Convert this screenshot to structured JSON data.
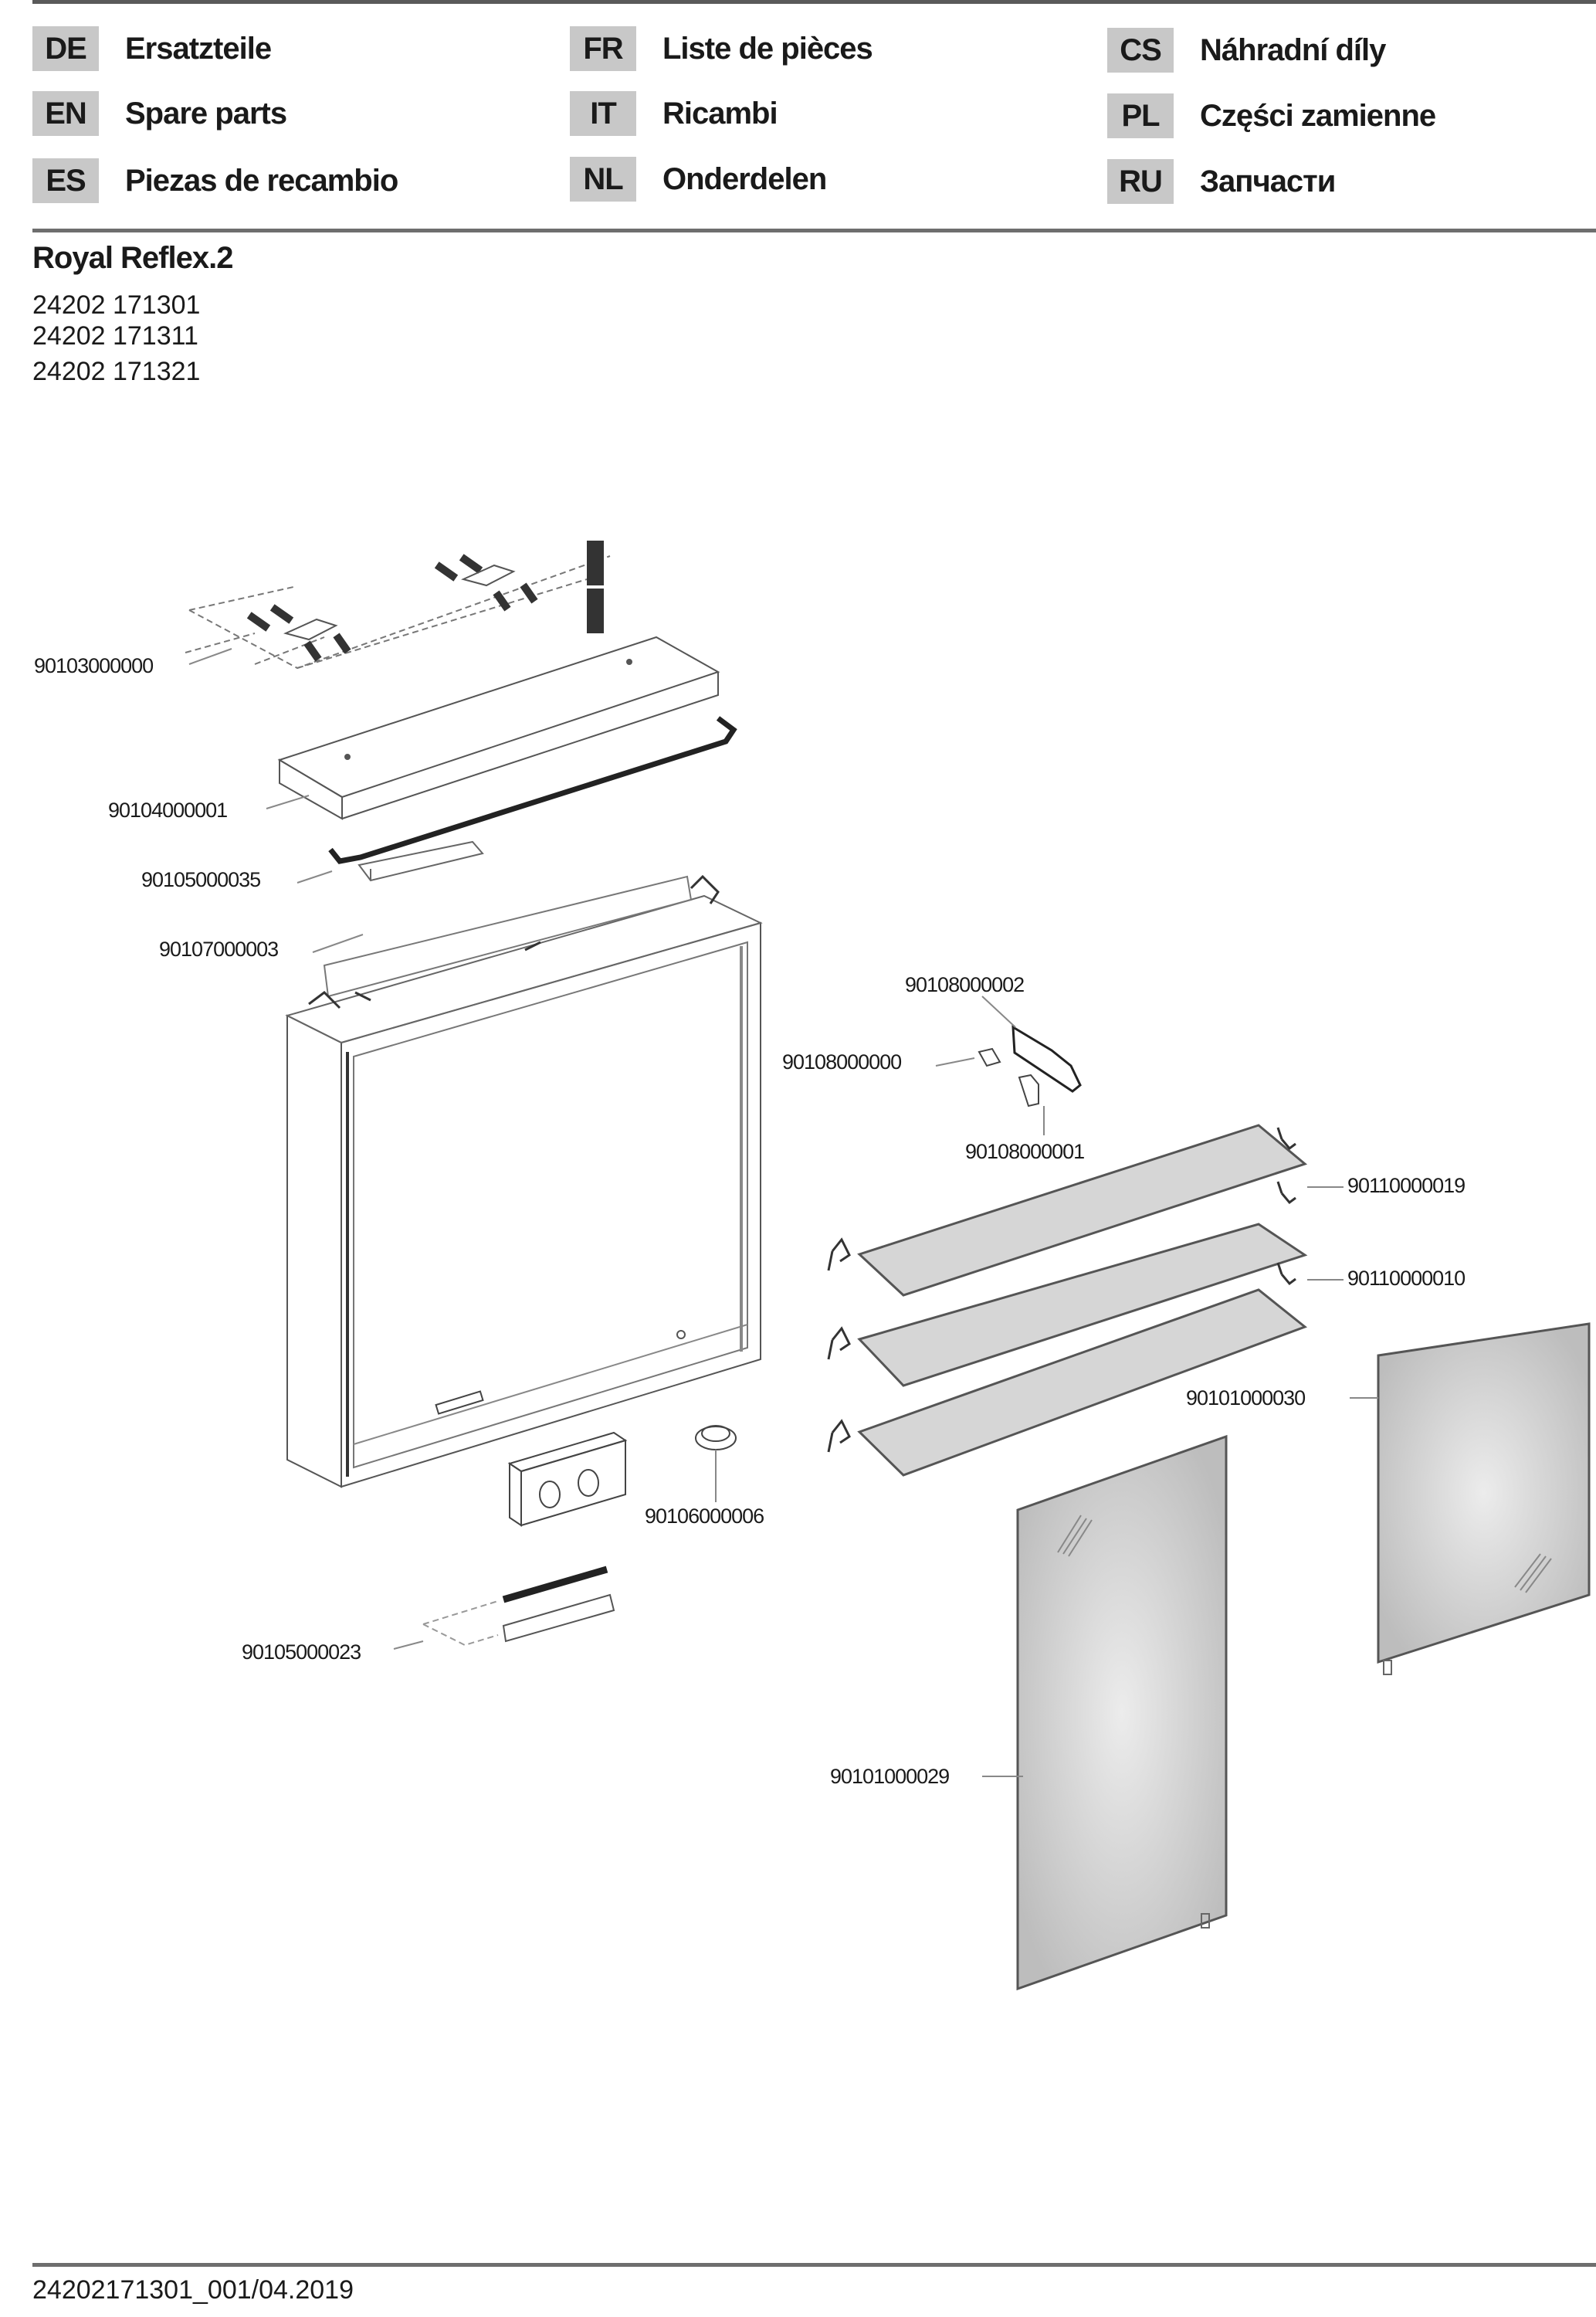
{
  "header": {
    "languages": [
      {
        "code": "DE",
        "label": "Ersatzteile"
      },
      {
        "code": "EN",
        "label": "Spare parts"
      },
      {
        "code": "ES",
        "label": "Piezas de recambio"
      },
      {
        "code": "FR",
        "label": "Liste de pièces"
      },
      {
        "code": "IT",
        "label": "Ricambi"
      },
      {
        "code": "NL",
        "label": "Onderdelen"
      },
      {
        "code": "CS",
        "label": "Náhradní díly"
      },
      {
        "code": "PL",
        "label": "Części zamienne"
      },
      {
        "code": "RU",
        "label": "Запчасти"
      }
    ]
  },
  "product": {
    "name": "Royal Reflex.2",
    "article_numbers": [
      "24202 171301",
      "24202 171311",
      "24202 171321"
    ]
  },
  "parts": {
    "mounting_kit": "90103000000",
    "top_cover": "90104000001",
    "led_strip_top": "90105000035",
    "driver": "90107000003",
    "hinge": "90108000002",
    "hinge_cap": "90108000000",
    "hinge_clip": "90108000001",
    "shelf_glass": "90110000019",
    "shelf_support": "90110000010",
    "door_right": "90101000030",
    "socket": "90106000006",
    "door_left": "90101000029",
    "led_strip_bottom": "90105000023"
  },
  "footer": {
    "doc_id": "24202171301_001/04.2019"
  },
  "colors": {
    "rule": "#5a5a5a",
    "code_bg": "#c8c8c8",
    "glass": "#d6d6d6"
  }
}
